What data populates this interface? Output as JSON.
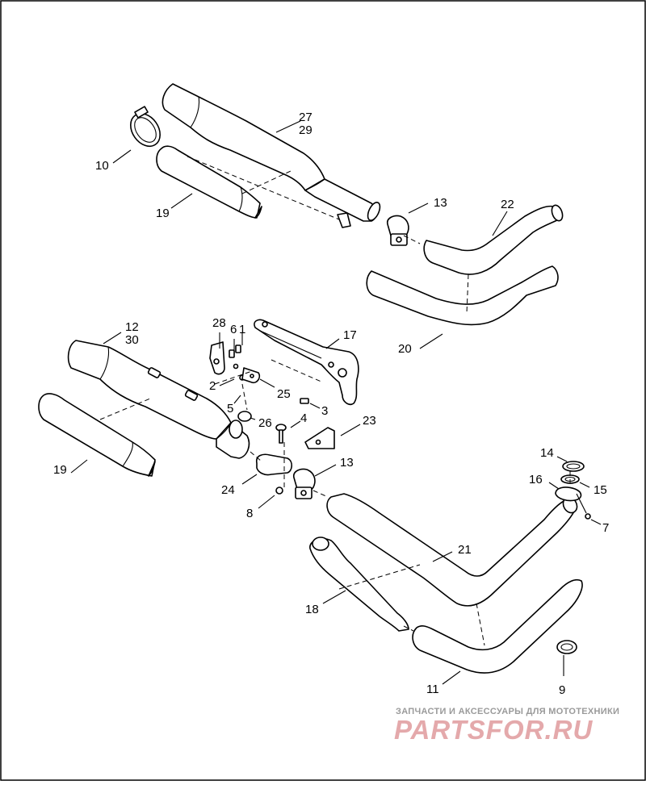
{
  "labels": {
    "p1": "1",
    "p2": "2",
    "p3": "3",
    "p4": "4",
    "p5": "5",
    "p6": "6",
    "p7": "7",
    "p8": "8",
    "p9": "9",
    "p10": "10",
    "p11": "11",
    "p12": "12",
    "p30": "30",
    "p13a": "13",
    "p13b": "13",
    "p14": "14",
    "p15": "15",
    "p16": "16",
    "p17": "17",
    "p18": "18",
    "p19a": "19",
    "p19b": "19",
    "p20": "20",
    "p21": "21",
    "p22": "22",
    "p23": "23",
    "p24": "24",
    "p25": "25",
    "p26": "26",
    "p27": "27",
    "p29": "29",
    "p28": "28"
  },
  "watermark": {
    "line1": "ЗАПЧАСТИ И АКСЕССУАРЫ ДЛЯ МОТОТЕХНИКИ",
    "line2": "PARTSFOR.RU",
    "color": "#e4a9ab"
  }
}
